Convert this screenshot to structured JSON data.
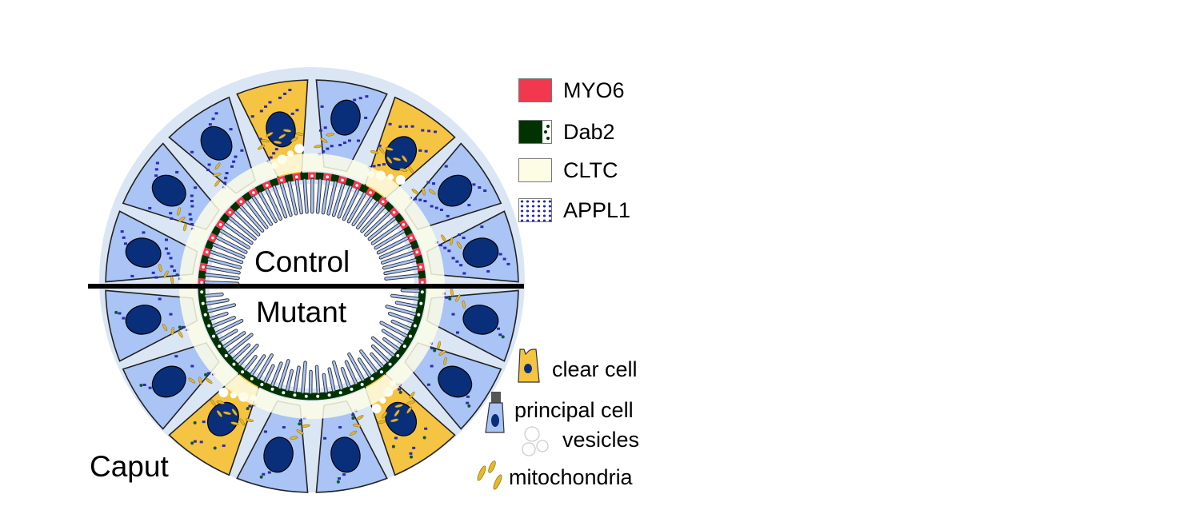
{
  "figure": {
    "region_label": "Caput",
    "upper_half_label": "Control",
    "lower_half_label": "Mutant"
  },
  "protein_legend": [
    {
      "name": "MYO6",
      "swatch": "solid",
      "color": "#f2384f"
    },
    {
      "name": "Dab2",
      "swatch": "solid-plus-dots",
      "color": "#003300"
    },
    {
      "name": "CLTC",
      "swatch": "solid",
      "color": "#fdfde6"
    },
    {
      "name": "APPL1",
      "swatch": "dotted",
      "color": "#2b2bb0"
    }
  ],
  "cell_legend": [
    {
      "name": "clear cell",
      "icon": "clear-cell-icon",
      "color": "#f6c443"
    },
    {
      "name": "principal cell",
      "icon": "principal-cell-icon",
      "color": "#a9c4f5"
    },
    {
      "name": "vesicles",
      "icon": "vesicles-icon",
      "color": "#ffffff"
    },
    {
      "name": "mitochondria",
      "icon": "mitochondria-icon",
      "color": "#e6b830"
    }
  ],
  "colors": {
    "nucleus": "#0a2f7a",
    "principal_cell": "#a9c4f5",
    "clear_cell": "#f6c443",
    "background_tissue": "#dbe6f5",
    "appl1_dots": "#2b2bb0",
    "dab2_dots": "#0d5a2a"
  }
}
